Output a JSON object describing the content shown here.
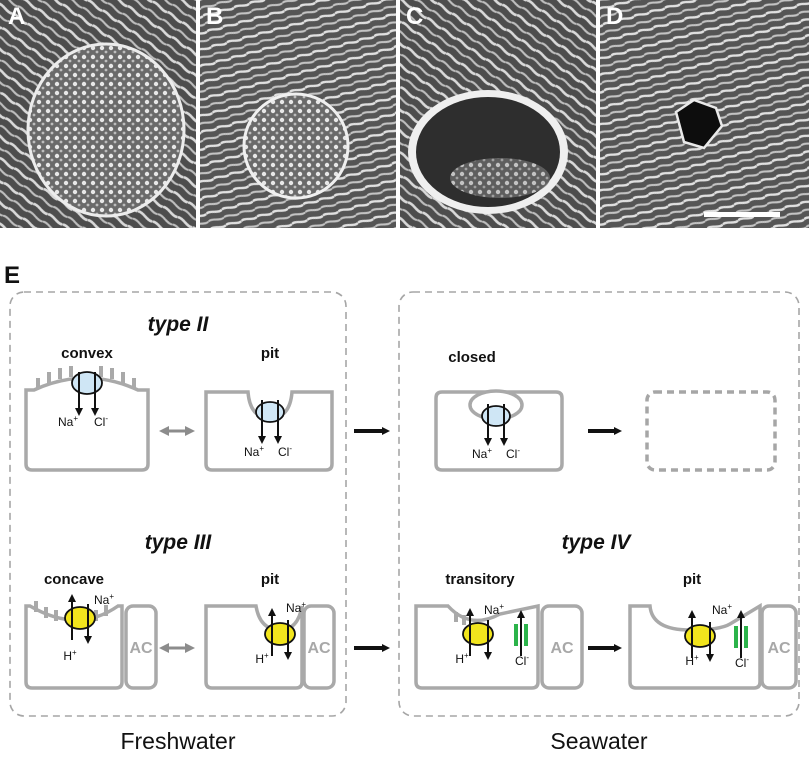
{
  "panels": [
    "A",
    "B",
    "C",
    "D"
  ],
  "panel_e_label": "E",
  "type_titles": {
    "type2": "type II",
    "type3": "type III",
    "type4": "type IV"
  },
  "states": {
    "convex": "convex",
    "pit": "pit",
    "closed": "closed",
    "concave": "concave",
    "transitory": "transitory"
  },
  "ions": {
    "na": "Na",
    "cl": "Cl",
    "h": "H",
    "plus": "+",
    "minus": "-"
  },
  "accessory_cell": "AC",
  "captions": {
    "freshwater": "Freshwater",
    "seawater": "Seawater"
  },
  "colors": {
    "transporter_type2": "#cfe6f5",
    "transporter_type3": "#f2e51d",
    "channel": "#2bb34a",
    "cell_outline": "#a9a9a9",
    "micrograph": "#5a5a5a"
  }
}
